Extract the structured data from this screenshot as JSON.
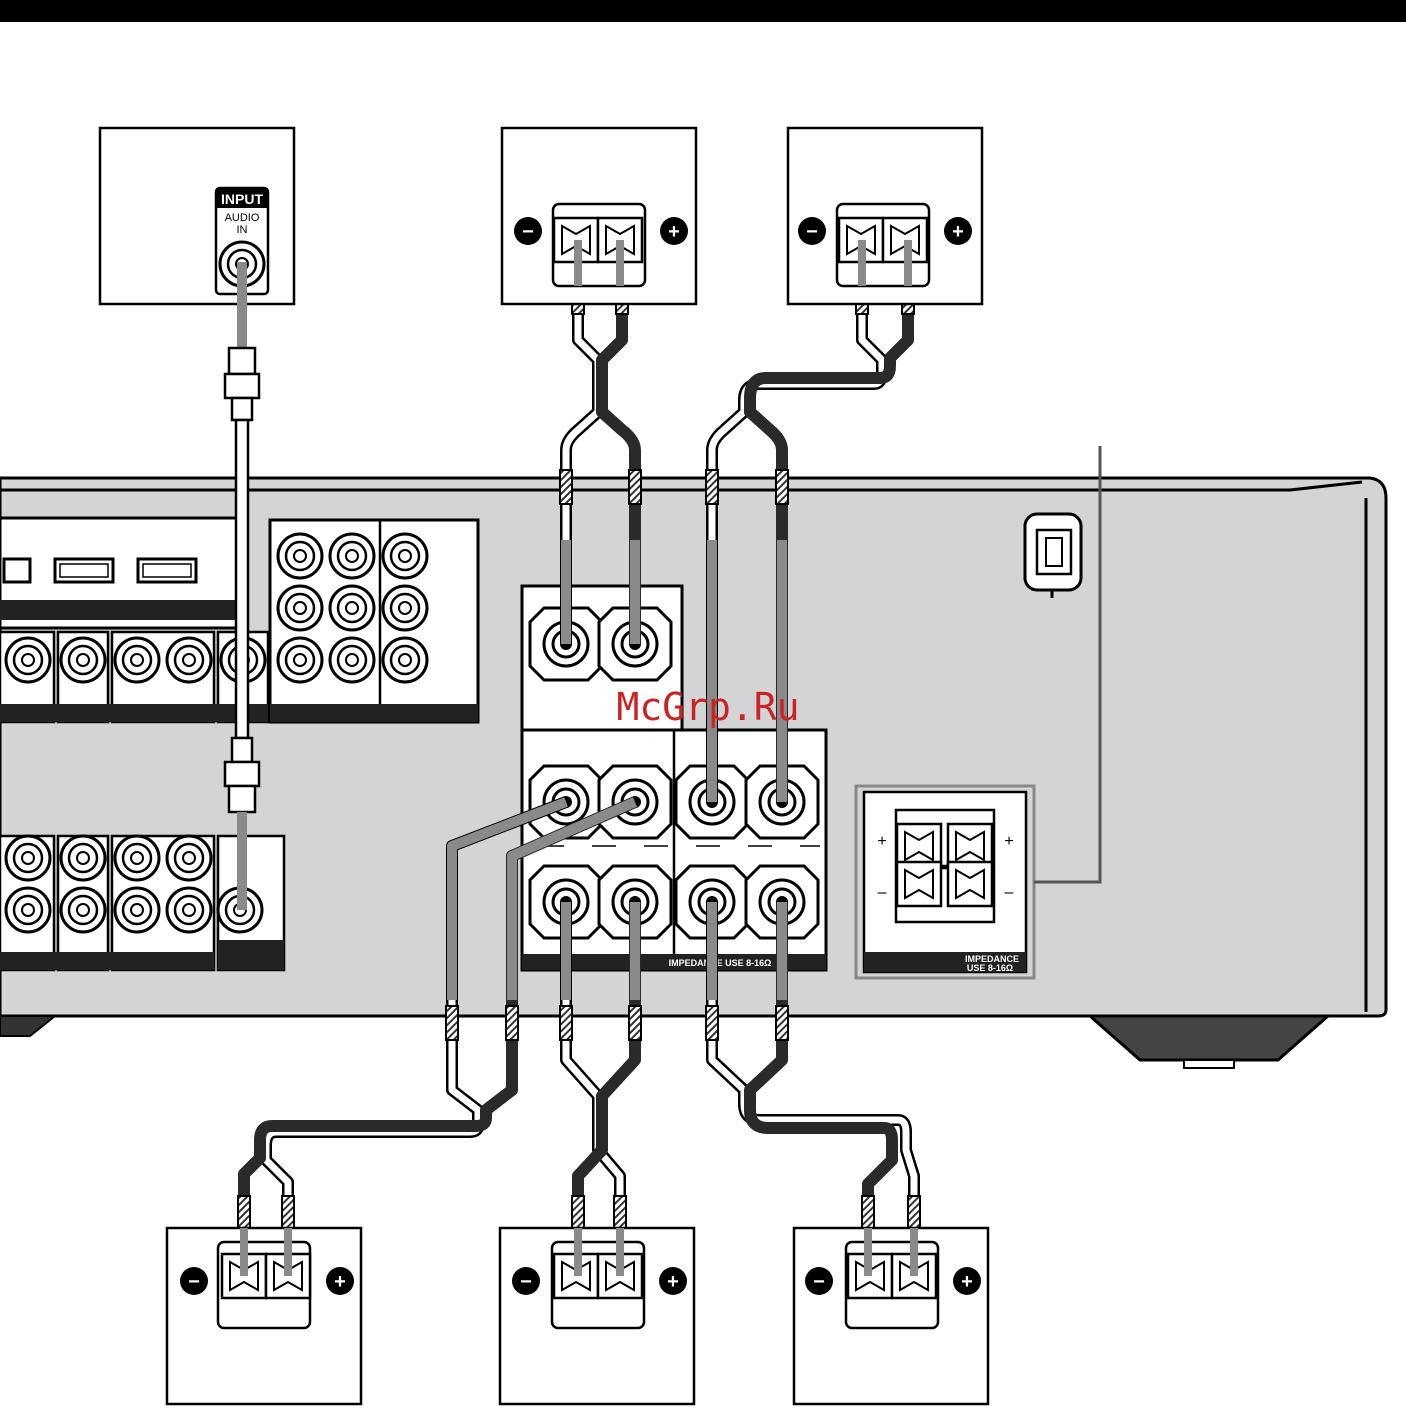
{
  "subwoofer_panel": {
    "input_label": "INPUT",
    "audio_label": "AUDIO",
    "in_label": "IN"
  },
  "speaker_symbols": {
    "minus": "−",
    "plus": "+"
  },
  "receiver": {
    "speaker_impedance_label": "IMPEDANCE USE 8-16Ω",
    "inset_impedance_line1": "IMPEDANCE",
    "inset_impedance_line2": "USE 8-16Ω",
    "inset_plus": "+",
    "inset_minus": "–"
  },
  "watermark": "McGrp.Ru",
  "colors": {
    "header_bar": "#000000",
    "receiver_body": "#d3d4d6",
    "wire_gray": "#8a8a8a",
    "wire_dark": "#2a2a2a",
    "watermark": "#cc2222"
  }
}
